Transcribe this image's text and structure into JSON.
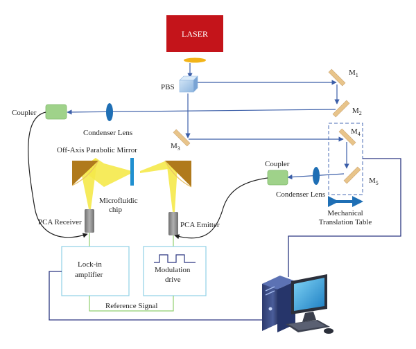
{
  "colors": {
    "laser": "#c4141a",
    "beam": "#3b5ea8",
    "thz_beam": "#f5e94a",
    "coupler": "#9fd28a",
    "lens": "#1f6fb5",
    "mirror": "#e8c48a",
    "parabolic_mirror": "#b07a1c",
    "chip": "#1f8fd0",
    "pca": "#8a8a8a",
    "box_border": "#8fd0e6",
    "reference_line": "#8fcf6f",
    "signal_line": "#2a3580"
  },
  "labels": {
    "laser": "LASER",
    "pbs": "PBS",
    "coupler_left": "Coupler",
    "condenser_lens_left": "Condenser Lens",
    "mirror_m1": "M",
    "mirror_m1_sub": "1",
    "mirror_m2": "M",
    "mirror_m2_sub": "2",
    "mirror_m3": "M",
    "mirror_m3_sub": "3",
    "mirror_m4": "M",
    "mirror_m4_sub": "4",
    "mirror_m5": "M",
    "mirror_m5_sub": "5",
    "parabolic_mirror": "Off-Axis Parabolic Mirror",
    "microfluidic_line1": "Microfluidic",
    "microfluidic_line2": "chip",
    "pca_receiver": "PCA Receiver",
    "pca_emitter": "PCA Emitter",
    "coupler_right": "Coupler",
    "condenser_lens_right": "Condenser Lens",
    "translation_line1": "Mechanical",
    "translation_line2": "Translation Table",
    "lockin_line1": "Lock-in",
    "lockin_line2": "amplifier",
    "modulation_line1": "Modulation",
    "modulation_line2": "drive",
    "reference_signal": "Reference Signal"
  },
  "icons": {
    "computer": "computer-icon",
    "square_wave": "square-wave-icon",
    "double_arrow": "double-arrow-icon"
  }
}
